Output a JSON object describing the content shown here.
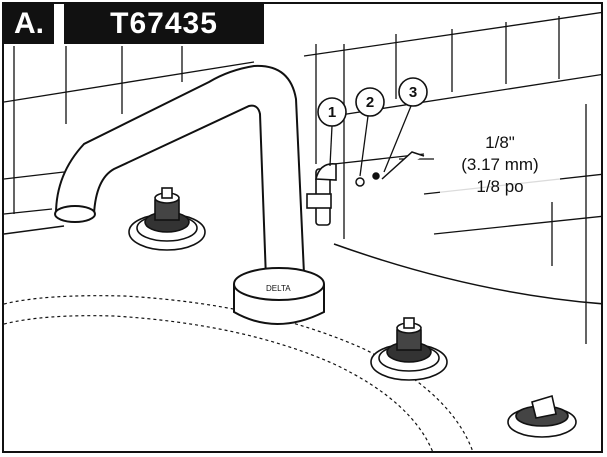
{
  "header": {
    "step_label": "A.",
    "model_number": "T67435"
  },
  "callouts": [
    {
      "number": "1"
    },
    {
      "number": "2"
    },
    {
      "number": "3"
    }
  ],
  "hex_key": {
    "size_inch": "1/8\"",
    "size_mm": "(3.17 mm)",
    "size_po": "1/8 po"
  },
  "colors": {
    "ink": "#111111",
    "background": "#ffffff"
  }
}
